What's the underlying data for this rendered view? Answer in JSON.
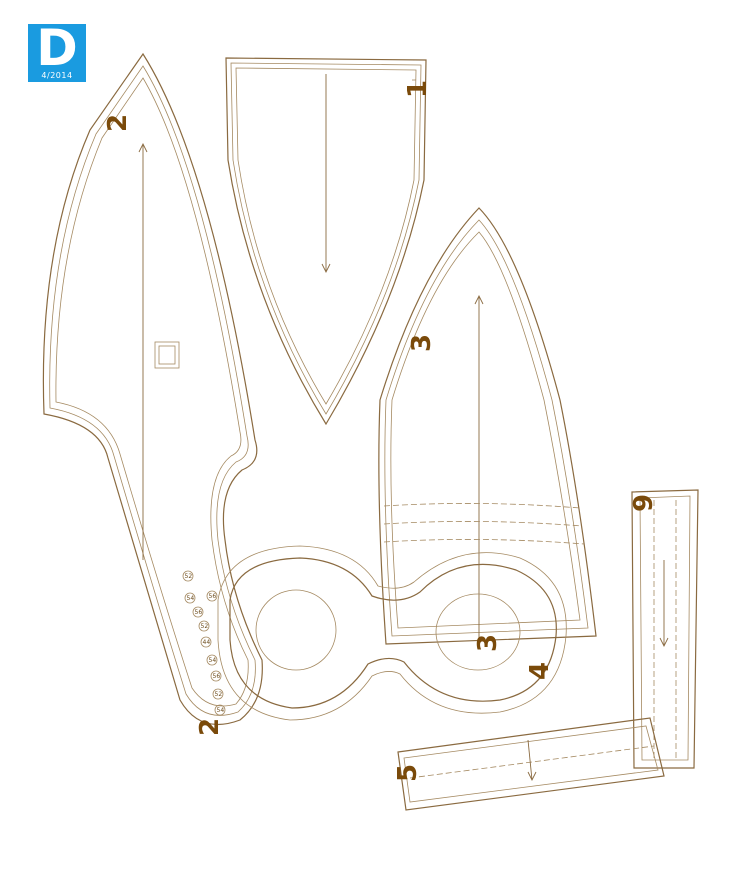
{
  "logo": {
    "letter": "D",
    "issue": "4/2014",
    "color": "#1a9be0"
  },
  "pieces": [
    {
      "id": "piece-1",
      "number": "1"
    },
    {
      "id": "piece-2",
      "number": "2"
    },
    {
      "id": "piece-2-lower",
      "number": "2"
    },
    {
      "id": "piece-3",
      "number": "3"
    },
    {
      "id": "piece-3-lower",
      "number": "3"
    },
    {
      "id": "piece-4",
      "number": "4"
    },
    {
      "id": "piece-5",
      "number": "5"
    },
    {
      "id": "piece-9",
      "number": "9"
    }
  ],
  "size_marks": [
    "52",
    "54",
    "56",
    "52",
    "44",
    "54",
    "56",
    "52",
    "54",
    "56"
  ],
  "colors": {
    "line": "#8a6a40",
    "number": "#7a4a0a",
    "paper": "#ffffff"
  }
}
